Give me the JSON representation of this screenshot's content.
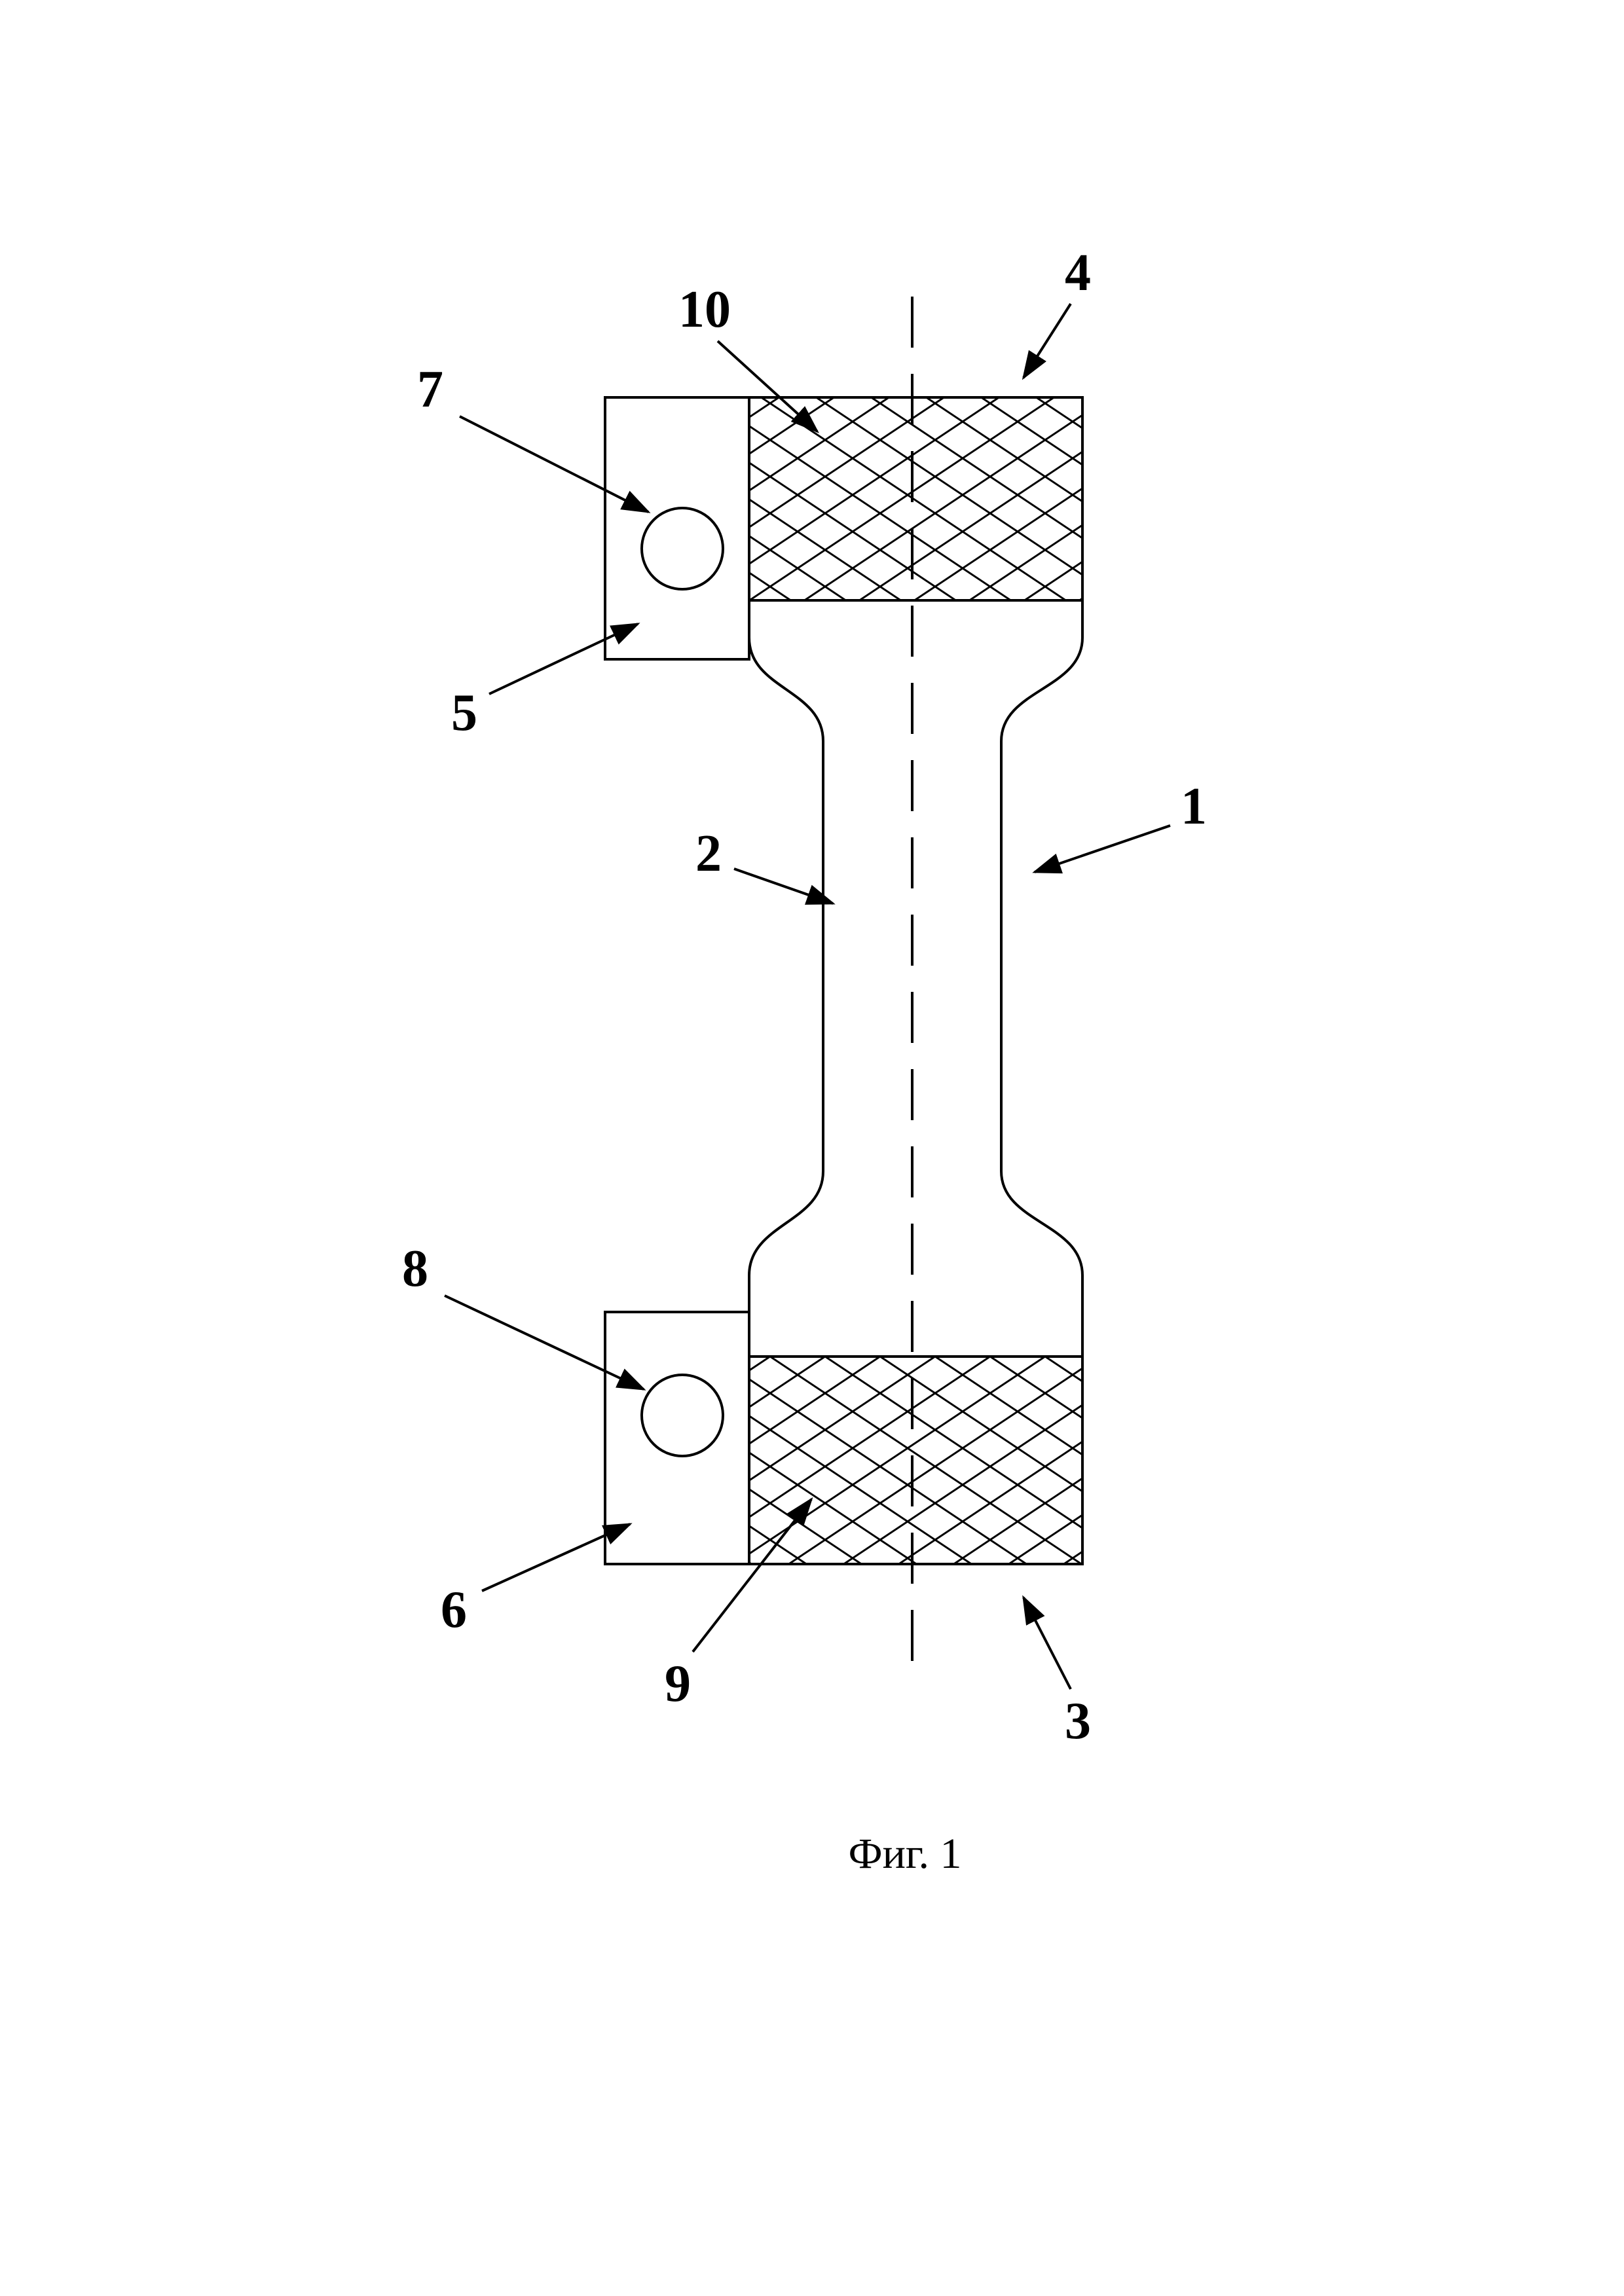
{
  "figure": {
    "caption": "Фиг. 1",
    "labels": [
      {
        "name": "callout-1",
        "text": "1"
      },
      {
        "name": "callout-2",
        "text": "2"
      },
      {
        "name": "callout-3",
        "text": "3"
      },
      {
        "name": "callout-4",
        "text": "4"
      },
      {
        "name": "callout-5",
        "text": "5"
      },
      {
        "name": "callout-6",
        "text": "6"
      },
      {
        "name": "callout-7",
        "text": "7"
      },
      {
        "name": "callout-8",
        "text": "8"
      },
      {
        "name": "callout-9",
        "text": "9"
      },
      {
        "name": "callout-10",
        "text": "10"
      }
    ],
    "colors": {
      "line": "#000000",
      "background": "#ffffff"
    }
  }
}
